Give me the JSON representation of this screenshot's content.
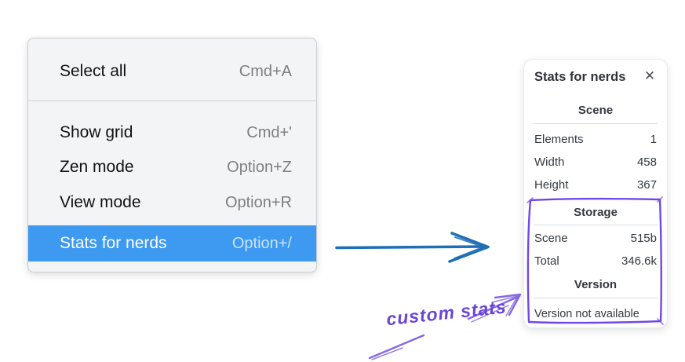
{
  "context_menu": {
    "items": [
      {
        "label": "Select all",
        "shortcut": "Cmd+A",
        "highlighted": false
      },
      {
        "label": "Show grid",
        "shortcut": "Cmd+'",
        "highlighted": false
      },
      {
        "label": "Zen mode",
        "shortcut": "Option+Z",
        "highlighted": false
      },
      {
        "label": "View mode",
        "shortcut": "Option+R",
        "highlighted": false
      },
      {
        "label": "Stats for nerds",
        "shortcut": "Option+/",
        "highlighted": true
      }
    ]
  },
  "stats_panel": {
    "title": "Stats for nerds",
    "sections": [
      {
        "heading": "Scene",
        "rows": [
          [
            "Elements",
            "1"
          ],
          [
            "Width",
            "458"
          ],
          [
            "Height",
            "367"
          ]
        ]
      },
      {
        "heading": "Storage",
        "rows": [
          [
            "Scene",
            "515b"
          ],
          [
            "Total",
            "346.6k"
          ]
        ]
      },
      {
        "heading": "Version",
        "note": "Version not available"
      }
    ]
  },
  "annotation": {
    "label": "custom stats"
  },
  "icons": {
    "close": "✕"
  },
  "colors": {
    "menu_highlight": "#3d9af0",
    "blue_arrow": "#1e6fb5",
    "purple_box": "#7048e8",
    "purple_annotation": "#8568e2"
  }
}
